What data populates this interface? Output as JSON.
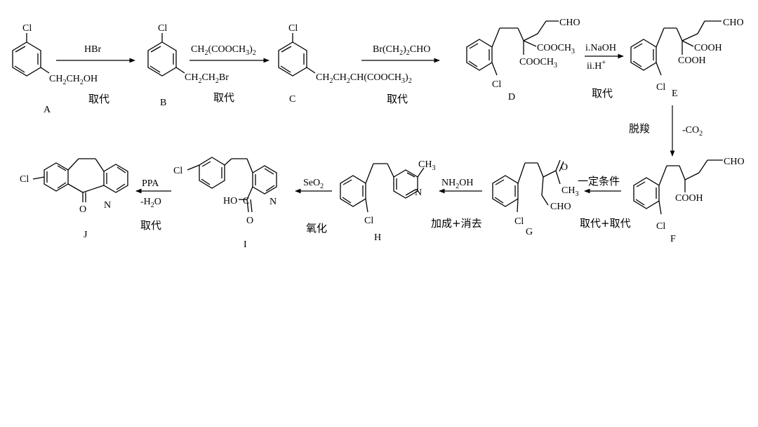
{
  "compounds": {
    "A": {
      "letter": "A",
      "cl": "Cl",
      "sub_pre": "CH",
      "sub_n": "2",
      "sub_mid": "CH",
      "sub_n2": "2",
      "sub_post": "OH"
    },
    "B": {
      "letter": "B",
      "cl": "Cl",
      "sub_pre": "CH",
      "sub_n": "2",
      "sub_mid": "CH",
      "sub_n2": "2",
      "sub_post": "Br"
    },
    "C": {
      "letter": "C",
      "cl": "Cl",
      "chain_pre": "CH",
      "chain_n": "2",
      "chain_mid": "CH",
      "chain_n2": "2",
      "chain_mid2": "CH(COOCH",
      "chain_n3": "3",
      "chain_post": ")",
      "chain_n4": "2"
    },
    "D": {
      "letter": "D",
      "cl": "Cl",
      "cho": "CHO",
      "ester1": "COOCH",
      "ester1_n": "3",
      "ester2": "COOCH",
      "ester2_n": "3"
    },
    "E": {
      "letter": "E",
      "cl": "Cl",
      "cho": "CHO",
      "acid1": "COOH",
      "acid2": "COOH"
    },
    "F": {
      "letter": "F",
      "cl": "Cl",
      "cho": "CHO",
      "acid": "COOH"
    },
    "G": {
      "letter": "G",
      "cl": "Cl",
      "cho": "CHO",
      "o": "O",
      "methyl": "CH",
      "methyl_n": "3"
    },
    "H": {
      "letter": "H",
      "cl": "Cl",
      "n": "N",
      "methyl": "CH",
      "methyl_n": "3"
    },
    "I": {
      "letter": "I",
      "cl": "Cl",
      "n": "N",
      "ho": "HO",
      "c": "C",
      "o": "O"
    },
    "J": {
      "letter": "J",
      "cl": "Cl",
      "n": "N",
      "o": "O"
    }
  },
  "steps": {
    "a_b": {
      "reagent": "HBr",
      "type": "取代"
    },
    "b_c": {
      "reagent_pre": "CH",
      "reagent_n": "2",
      "reagent_mid": "(COOCH",
      "reagent_n2": "3",
      "reagent_post": ")",
      "reagent_n3": "2",
      "type": "取代"
    },
    "c_d": {
      "reagent_pre": "Br(CH",
      "reagent_n": "2",
      "reagent_post": ")",
      "reagent_n2": "2",
      "reagent_end": "CHO",
      "type": "取代"
    },
    "d_e": {
      "line1": "i.NaOH",
      "line2_pre": "ii.H",
      "line2_sup": "+",
      "type": "取代"
    },
    "e_f": {
      "label": "脱羧",
      "reagent_pre": "-CO",
      "reagent_n": "2"
    },
    "f_g": {
      "reagent": "一定条件",
      "type": "取代+取代"
    },
    "g_h": {
      "reagent_pre": "NH",
      "reagent_n": "2",
      "reagent_post": "OH",
      "type": "加成+消去"
    },
    "h_i": {
      "reagent_pre": "SeO",
      "reagent_n": "2",
      "type": "氧化"
    },
    "i_j": {
      "reagent": "PPA",
      "reagent2_pre": "-H",
      "reagent2_n": "2",
      "reagent2_post": "O",
      "type": "取代"
    }
  }
}
